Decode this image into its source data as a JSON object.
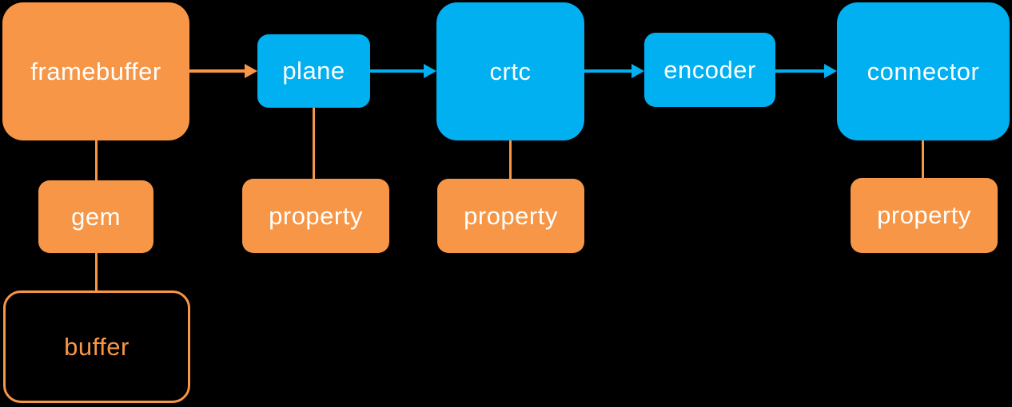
{
  "colors": {
    "background": "#000000",
    "orange": "#F79646",
    "blue": "#00B0F0",
    "label_text": "#FFFFFF"
  },
  "nodes": {
    "framebuffer": {
      "label": "framebuffer",
      "fill": "#F79646"
    },
    "plane": {
      "label": "plane",
      "fill": "#00B0F0"
    },
    "crtc": {
      "label": "crtc",
      "fill": "#00B0F0"
    },
    "encoder": {
      "label": "encoder",
      "fill": "#00B0F0"
    },
    "connector": {
      "label": "connector",
      "fill": "#00B0F0"
    },
    "gem": {
      "label": "gem",
      "fill": "#F79646"
    },
    "property_plane": {
      "label": "property",
      "fill": "#F79646"
    },
    "property_crtc": {
      "label": "property",
      "fill": "#F79646"
    },
    "property_connector": {
      "label": "property",
      "fill": "#F79646"
    },
    "buffer": {
      "label": "buffer",
      "fill": "none",
      "border_color": "#F79646",
      "text_color": "#F79646"
    }
  },
  "edges": [
    {
      "from": "framebuffer",
      "to": "plane",
      "type": "arrow",
      "color": "#F79646"
    },
    {
      "from": "plane",
      "to": "crtc",
      "type": "arrow",
      "color": "#00B0F0"
    },
    {
      "from": "crtc",
      "to": "encoder",
      "type": "arrow",
      "color": "#00B0F0"
    },
    {
      "from": "encoder",
      "to": "connector",
      "type": "arrow",
      "color": "#00B0F0"
    },
    {
      "from": "framebuffer",
      "to": "gem",
      "type": "line",
      "color": "#F79646"
    },
    {
      "from": "gem",
      "to": "buffer",
      "type": "line",
      "color": "#F79646"
    },
    {
      "from": "plane",
      "to": "property_plane",
      "type": "line",
      "color": "#F79646"
    },
    {
      "from": "crtc",
      "to": "property_crtc",
      "type": "line",
      "color": "#F79646"
    },
    {
      "from": "connector",
      "to": "property_connector",
      "type": "line",
      "color": "#F79646"
    }
  ]
}
